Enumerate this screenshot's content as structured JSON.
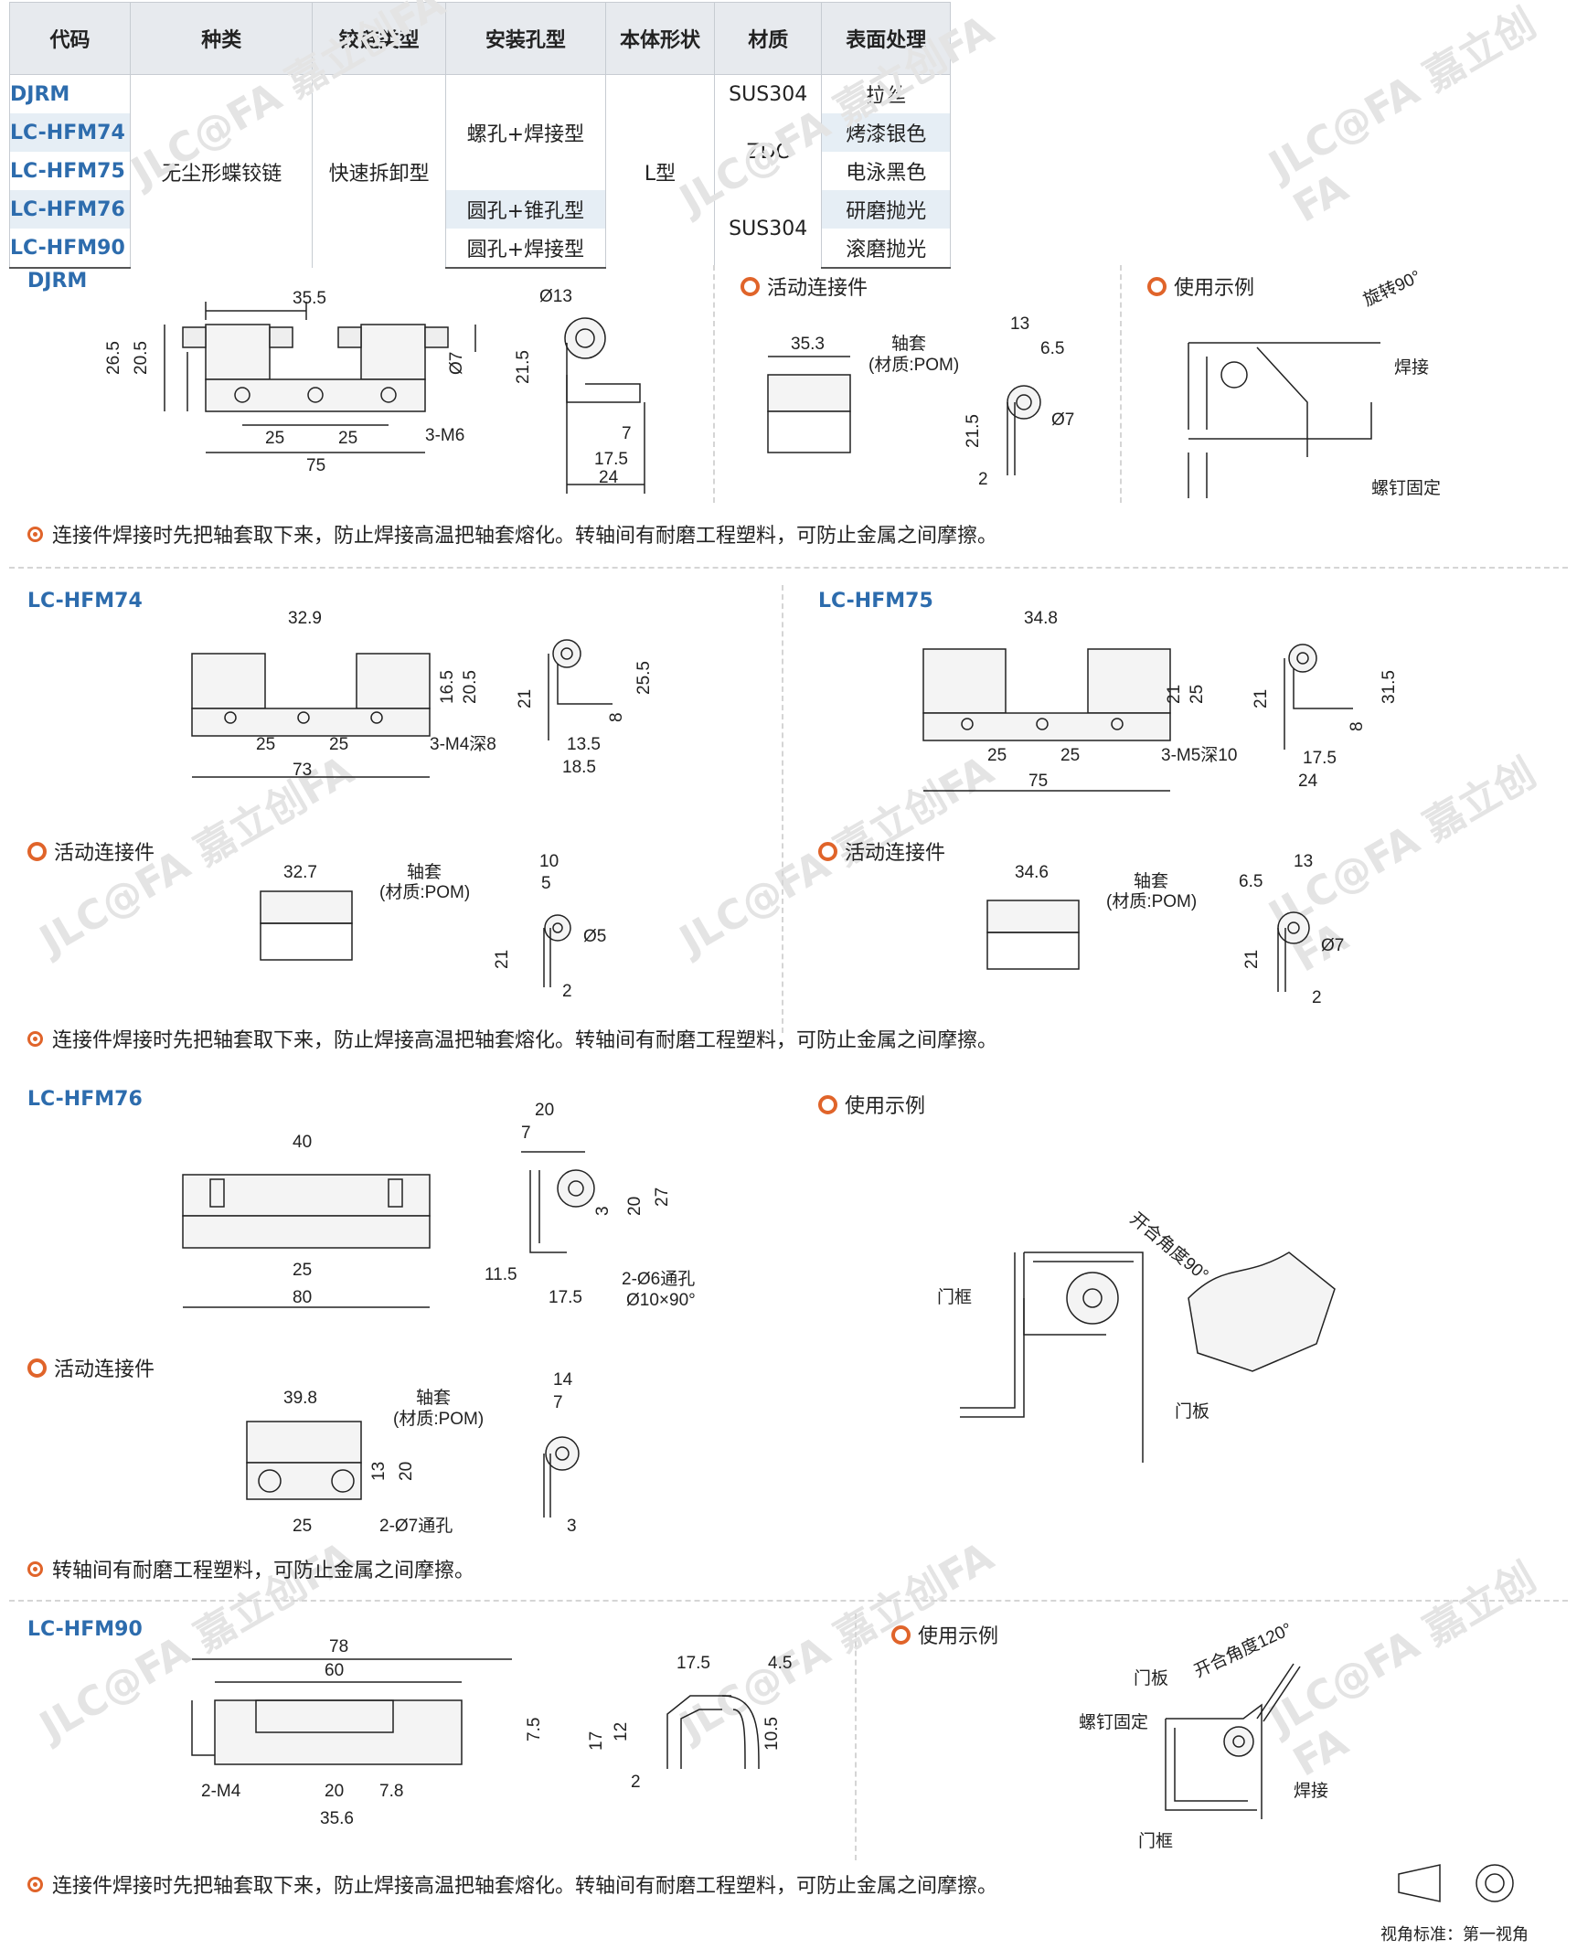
{
  "table": {
    "headers": [
      "代码",
      "种类",
      "铰链类型",
      "安装孔型",
      "本体形状",
      "材质",
      "表面处理"
    ],
    "codes": [
      "DJRM",
      "LC-HFM74",
      "LC-HFM75",
      "LC-HFM76",
      "LC-HFM90"
    ],
    "kind": "无尘形蝶铰链",
    "hinge_type": "快速拆卸型",
    "mount": [
      "螺孔+焊接型",
      "圆孔+锥孔型",
      "圆孔+焊接型"
    ],
    "shape": "L型",
    "material": [
      "SUS304",
      "ZDC",
      "SUS304"
    ],
    "finish": [
      "拉丝",
      "烤漆银色",
      "电泳黑色",
      "研磨抛光",
      "滚磨抛光"
    ]
  },
  "sections": {
    "djrm": "DJRM",
    "hfm74": "LC-HFM74",
    "hfm75": "LC-HFM75",
    "hfm76": "LC-HFM76",
    "hfm90": "LC-HFM90"
  },
  "headings": {
    "connector": "活动连接件",
    "example": "使用示例"
  },
  "notes": {
    "weld": "连接件焊接时先把轴套取下来，防止焊接高温把轴套熔化。转轴间有耐磨工程塑料，可防止金属之间摩擦。",
    "plastic": "转轴间有耐磨工程塑料，可防止金属之间摩擦。"
  },
  "labels": {
    "sleeve": "轴套",
    "sleeve_mat": "(材质:POM)",
    "rotate": "旋转90°",
    "weld": "焊接",
    "screw": "螺钉固定",
    "open90": "开合角度90°",
    "open120": "开合角度120°",
    "frame": "门框",
    "panel": "门板"
  },
  "dims": {
    "djrm": {
      "a": "35.5",
      "b": "26.5",
      "c": "20.5",
      "d": "Ø7",
      "e": "25",
      "f": "25",
      "g": "75",
      "h": "3-M6",
      "i": "Ø13",
      "j": "21.5",
      "k": "7",
      "l": "17.5",
      "m": "24"
    },
    "djrm_c": {
      "a": "35.3",
      "b": "13",
      "c": "6.5",
      "d": "21.5",
      "e": "Ø7",
      "f": "2"
    },
    "h74": {
      "a": "32.9",
      "b": "16.5",
      "c": "20.5",
      "d": "25",
      "e": "25",
      "f": "73",
      "g": "3-M4深8",
      "h": "21",
      "i": "8",
      "j": "25.5",
      "k": "13.5",
      "l": "18.5"
    },
    "h74_c": {
      "a": "32.7",
      "b": "10",
      "c": "5",
      "d": "21",
      "e": "Ø5",
      "f": "2"
    },
    "h75": {
      "a": "34.8",
      "b": "21",
      "c": "25",
      "d": "25",
      "e": "25",
      "f": "75",
      "g": "3-M5深10",
      "h": "21",
      "i": "8",
      "j": "31.5",
      "k": "17.5",
      "l": "24"
    },
    "h75_c": {
      "a": "34.6",
      "b": "13",
      "c": "6.5",
      "d": "21",
      "e": "Ø7",
      "f": "2"
    },
    "h76": {
      "a": "40",
      "b": "25",
      "c": "80",
      "d": "20",
      "e": "7",
      "f": "3",
      "g": "20",
      "h": "27",
      "i": "11.5",
      "j": "17.5",
      "k": "2-Ø6通孔",
      "l": "Ø10×90°"
    },
    "h76_c": {
      "a": "39.8",
      "b": "13",
      "c": "20",
      "d": "25",
      "e": "2-Ø7通孔",
      "f": "14",
      "g": "7",
      "h": "3"
    },
    "h90": {
      "a": "78",
      "b": "60",
      "c": "7.5",
      "d": "2-M4",
      "e": "20",
      "f": "7.8",
      "g": "35.6",
      "h": "17.5",
      "i": "4.5",
      "j": "17",
      "k": "12",
      "l": "10.5",
      "m": "2"
    }
  },
  "watermark": "JLC@FA 嘉立创FA",
  "footer": "视角标准：第一视角"
}
